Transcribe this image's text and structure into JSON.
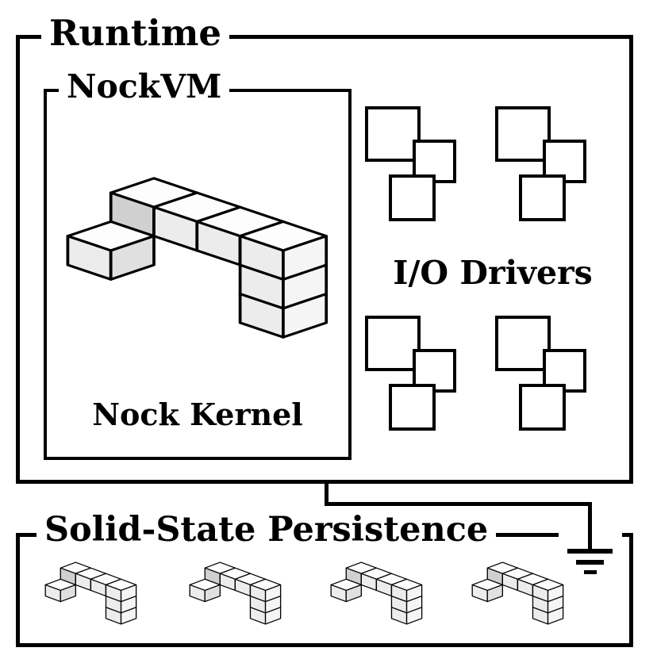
{
  "diagram": {
    "runtime": {
      "label": "Runtime"
    },
    "nockvm": {
      "label": "NockVM",
      "caption": "Nock Kernel"
    },
    "io_drivers": {
      "label": "I/O Drivers"
    },
    "persistence": {
      "label": "Solid-State Persistence"
    },
    "icons": {
      "nock_kernel": "isometric-cube-arch",
      "io_cluster": "three-overlapping-squares",
      "ground": "electrical-ground-symbol",
      "persistence_pile": "small-isometric-cube-arch"
    },
    "colors": {
      "stroke": "#000000",
      "background": "#ffffff",
      "cube_top": "#fdfdfd",
      "cube_side_light": "#f5f5f5",
      "cube_side_dark": "#ececec",
      "cube_shadow": "#d0d0d0"
    }
  }
}
